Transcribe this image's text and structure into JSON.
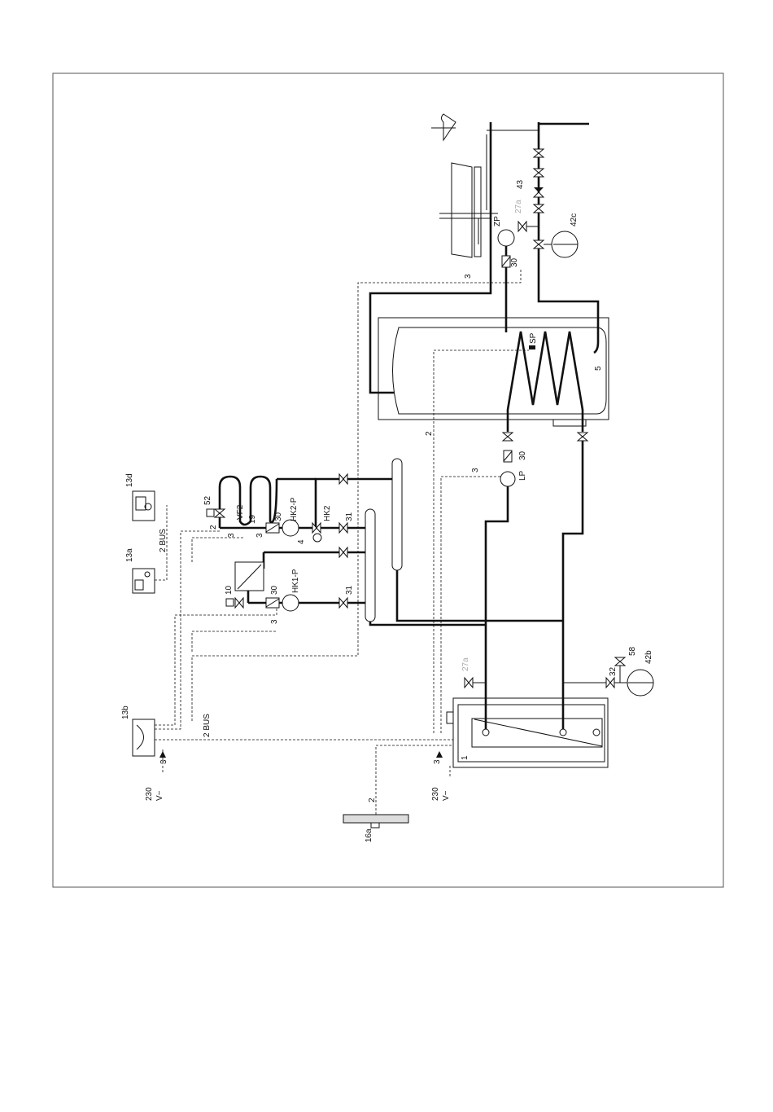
{
  "labels": {
    "l1": "1",
    "l2": "2",
    "l3": "3",
    "l4": "4",
    "l5": "5",
    "l10": "10",
    "l13a": "13a",
    "l13b": "13b",
    "l13d": "13d",
    "l16a": "16a",
    "l19": "19",
    "l27a": "27a",
    "l30": "30",
    "l31": "31",
    "l32": "32",
    "l42b": "42b",
    "l42c": "42c",
    "l43": "43",
    "l52": "52",
    "l58": "58",
    "bus": "2 BUS",
    "v230": "230",
    "vac": "V~",
    "hk1p": "HK1-P",
    "hk2p": "HK2-P",
    "hk2": "HK2",
    "vf2": "VF2",
    "zp": "ZP",
    "sp": "SP",
    "lp": "LP"
  }
}
